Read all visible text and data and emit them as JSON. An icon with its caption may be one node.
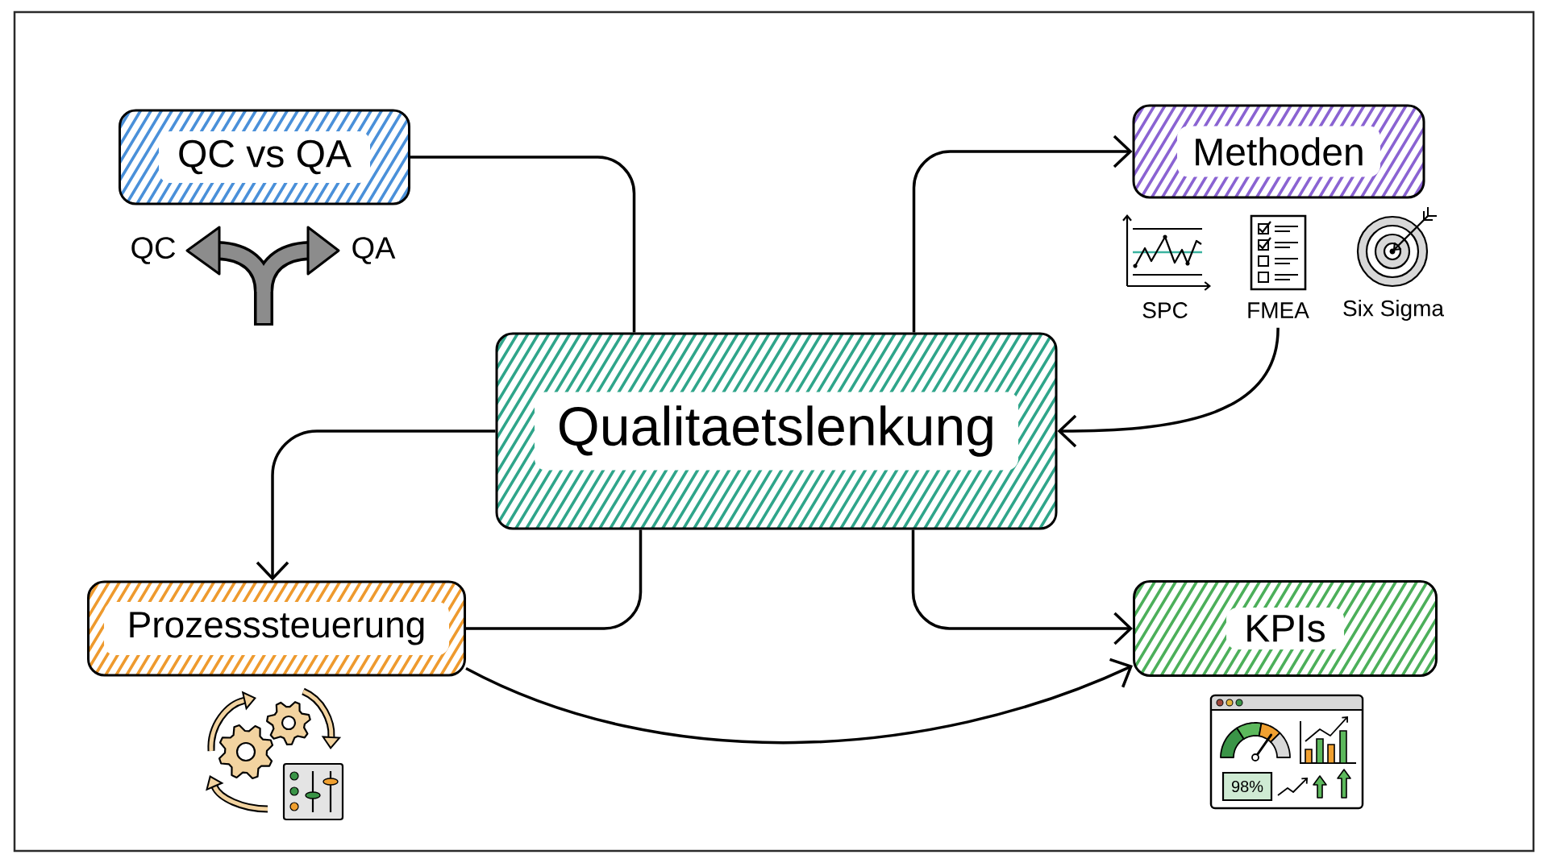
{
  "diagram": {
    "nodes": [
      {
        "text": [
          "QC vs QA"
        ]
      },
      {
        "text": [
          "Methoden"
        ]
      },
      {
        "text": [
          "FMEA"
        ]
      },
      {
        "text": [
          "Qualitaetslenkung"
        ]
      },
      {
        "text": [
          "Prozesssteuerung"
        ]
      },
      {
        "text": [
          "KPIs"
        ]
      }
    ],
    "edges": [
      {
        "from": 0,
        "to": 3,
        "arrow": "none"
      },
      {
        "from": 3,
        "to": 1,
        "arrow": "to"
      },
      {
        "from": 2,
        "to": 3,
        "arrow": "to"
      },
      {
        "from": 3,
        "to": 4,
        "arrow": "to"
      },
      {
        "from": 3,
        "to": 4,
        "arrow": "none"
      },
      {
        "from": 3,
        "to": 5,
        "arrow": "to"
      },
      {
        "from": 4,
        "to": 5,
        "arrow": "to"
      }
    ],
    "labels": [
      "QC",
      "QA",
      "SPC",
      "Six Sigma",
      "98%"
    ]
  }
}
